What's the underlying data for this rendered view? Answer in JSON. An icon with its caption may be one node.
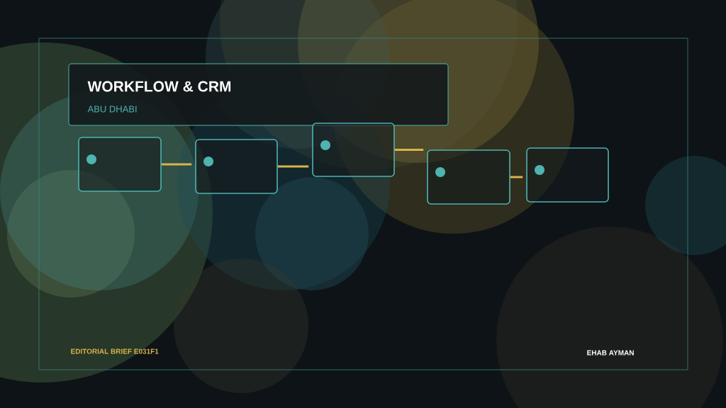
{
  "diagram": {
    "nodes": [
      {
        "text": [
          "WORKFLOW & CRM",
          "ABU DHABI"
        ]
      },
      {
        "text": [],
        "shape": "box"
      },
      {
        "text": [],
        "shape": "box"
      },
      {
        "text": [],
        "shape": "box"
      },
      {
        "text": [],
        "shape": "box"
      },
      {
        "text": [],
        "shape": "box"
      }
    ],
    "edges": [
      {
        "from": 1,
        "to": 2,
        "arrow": "none"
      },
      {
        "from": 2,
        "to": 3,
        "arrow": "none"
      },
      {
        "from": 3,
        "to": 4,
        "arrow": "none"
      },
      {
        "from": 4,
        "to": 5,
        "arrow": "none"
      }
    ],
    "labels": [
      "EDITORIAL BRIEF  E031F1",
      "EHAB AYMAN"
    ]
  }
}
